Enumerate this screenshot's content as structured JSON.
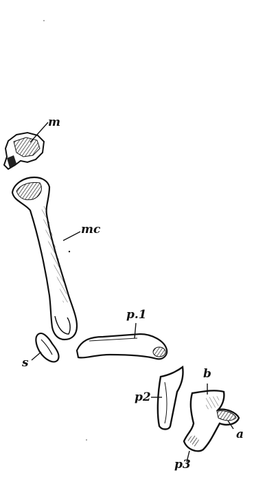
{
  "labels": {
    "m": "m",
    "mc": "mc",
    "p1": "p.1",
    "s": "s",
    "p2": "p2",
    "b": "b",
    "a": "a",
    "p3": "p3"
  },
  "colors": {
    "ink": "#111111",
    "paper": "#ffffff",
    "shade": "#555555"
  }
}
